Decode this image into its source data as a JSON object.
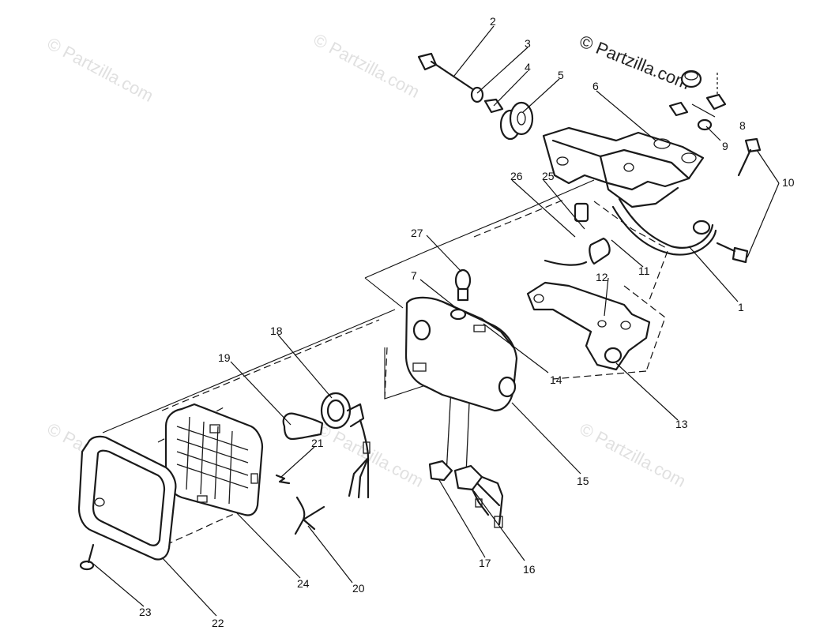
{
  "watermark": {
    "text": "© Partzilla.com"
  },
  "callouts": [
    {
      "id": "1",
      "label": "1"
    },
    {
      "id": "2",
      "label": "2"
    },
    {
      "id": "3",
      "label": "3"
    },
    {
      "id": "4",
      "label": "4"
    },
    {
      "id": "5",
      "label": "5"
    },
    {
      "id": "6",
      "label": "6"
    },
    {
      "id": "7",
      "label": "7"
    },
    {
      "id": "8",
      "label": "8"
    },
    {
      "id": "9",
      "label": "9"
    },
    {
      "id": "10",
      "label": "10"
    },
    {
      "id": "11",
      "label": "11"
    },
    {
      "id": "12",
      "label": "12"
    },
    {
      "id": "13",
      "label": "13"
    },
    {
      "id": "14",
      "label": "14"
    },
    {
      "id": "15",
      "label": "15"
    },
    {
      "id": "16",
      "label": "16"
    },
    {
      "id": "17",
      "label": "17"
    },
    {
      "id": "18",
      "label": "18"
    },
    {
      "id": "19",
      "label": "19"
    },
    {
      "id": "20",
      "label": "20"
    },
    {
      "id": "21",
      "label": "21"
    },
    {
      "id": "22",
      "label": "22"
    },
    {
      "id": "23",
      "label": "23"
    },
    {
      "id": "24",
      "label": "24"
    },
    {
      "id": "25",
      "label": "25"
    },
    {
      "id": "26",
      "label": "26"
    },
    {
      "id": "27",
      "label": "27"
    }
  ]
}
